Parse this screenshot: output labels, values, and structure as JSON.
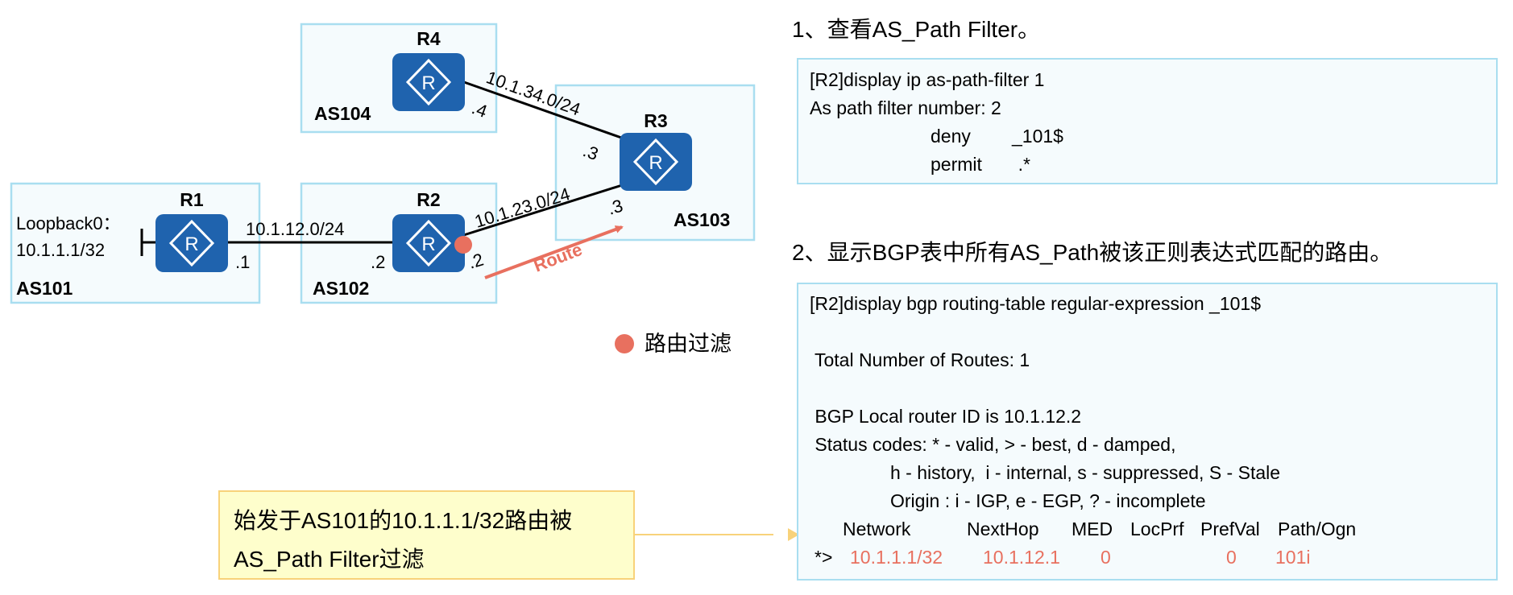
{
  "colors": {
    "as_box_fill": "#f5fbfd",
    "as_box_border": "#a9def0",
    "router": "#1f63ae",
    "filter_dot": "#e8705f",
    "route_arrow": "#e8705f",
    "note_fill": "#fefecc",
    "note_border": "#f8d27a"
  },
  "topology": {
    "as_boxes": {
      "as101": "AS101",
      "as102": "AS102",
      "as103": "AS103",
      "as104": "AS104"
    },
    "routers": {
      "r1": "R1",
      "r2": "R2",
      "r3": "R3",
      "r4": "R4",
      "glyph": "R"
    },
    "loopback": {
      "name": "Loopback0：",
      "address": "10.1.1.1/32"
    },
    "links": {
      "r1_r2": "10.1.12.0/24",
      "r2_r3": "10.1.23.0/24",
      "r3_r4": "10.1.34.0/24"
    },
    "interfaces": {
      "r1_to_r2": ".1",
      "r2_to_r1": ".2",
      "r2_to_r3": ".2",
      "r3_to_r2": ".3",
      "r3_to_r4": ".3",
      "r4_to_r3": ".4"
    },
    "route_label": "Route",
    "legend": {
      "label": "路由过滤"
    }
  },
  "step1": {
    "title": "1、查看AS_Path Filter。",
    "lines": [
      "[R2]display ip as-path-filter 1",
      "As path filter number: 2",
      "deny        _101$",
      "permit       .*"
    ]
  },
  "step2": {
    "title": "2、显示BGP表中所有AS_Path被该正则表达式匹配的路由。",
    "command": "[R2]display bgp routing-table regular-expression _101$",
    "total": " Total Number of Routes: 1",
    "router_id": " BGP Local router ID is 10.1.12.2",
    "status1": " Status codes: * - valid, > - best, d - damped,",
    "status2": "h - history,  i - internal, s - suppressed, S - Stale",
    "status3": "Origin : i - IGP, e - EGP, ? - incomplete",
    "headers": {
      "network": "Network",
      "nexthop": "NextHop",
      "med": "MED",
      "locprf": "LocPrf",
      "prefval": "PrefVal",
      "path": "Path/Ogn"
    },
    "row": {
      "status": "*>",
      "network": "10.1.1.1/32",
      "nexthop": "10.1.12.1",
      "med": "0",
      "prefval": "0",
      "path": "101i"
    }
  },
  "note": {
    "line1": "始发于AS101的10.1.1.1/32路由被",
    "line2": "AS_Path Filter过滤"
  }
}
